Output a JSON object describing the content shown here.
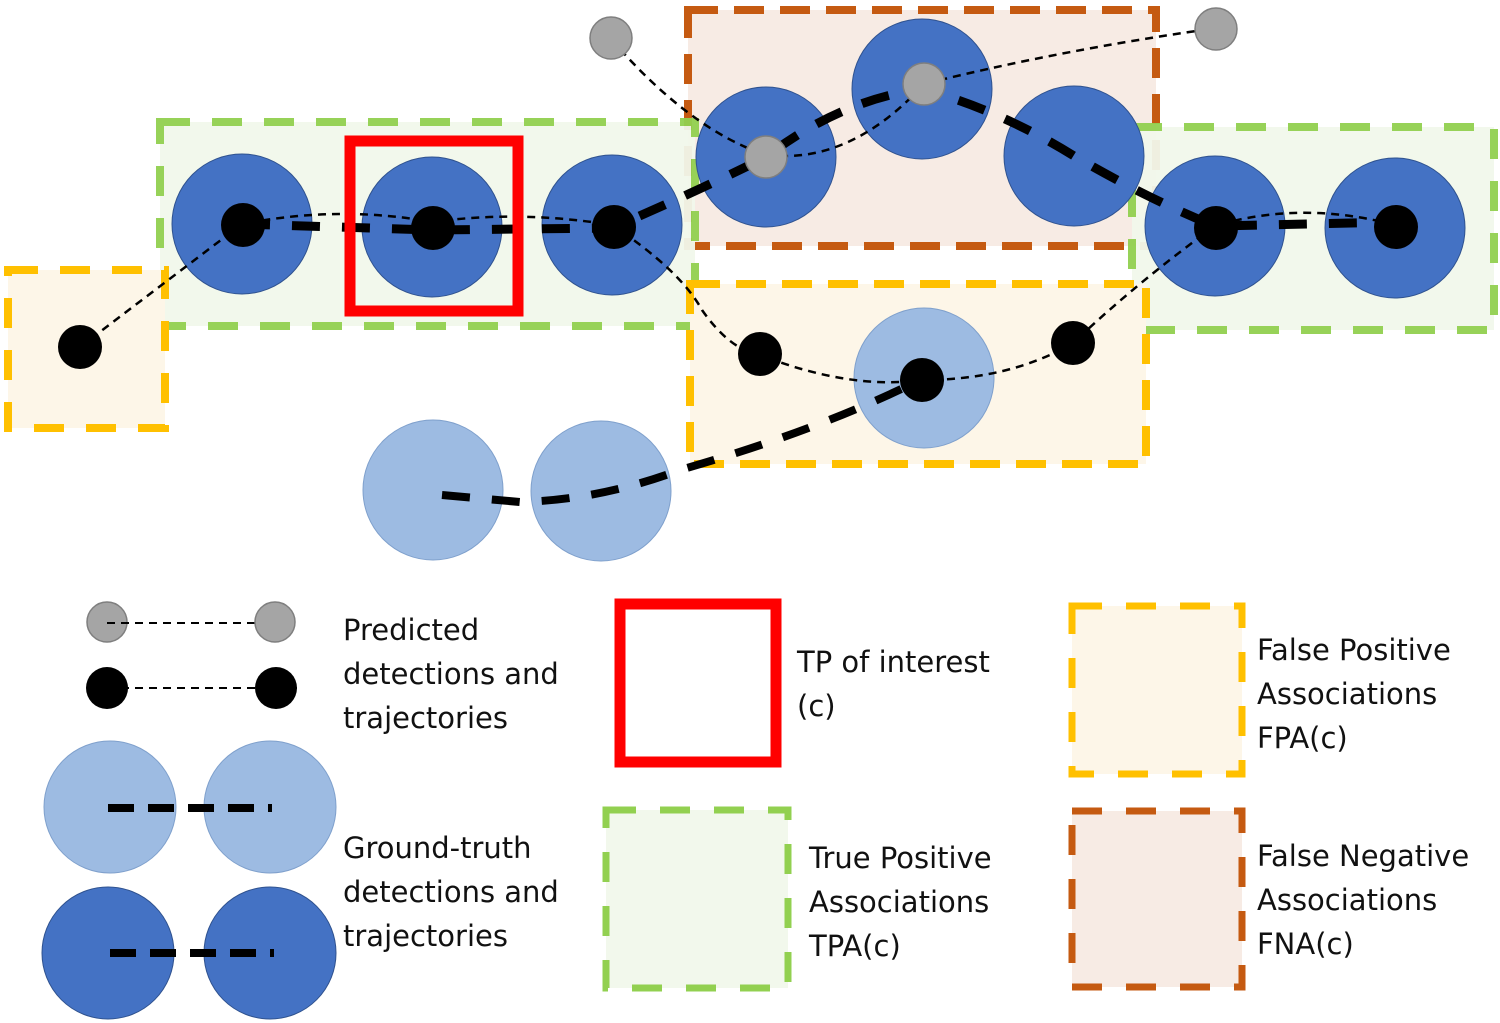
{
  "colors": {
    "gt_dark": "#4472c4",
    "gt_light": "#9dbbe2",
    "pred_gray": "#a5a5a5",
    "pred_black": "#000000",
    "tp_interest": "#ff0000",
    "tpa_border": "#92d050",
    "tpa_fill": "#f2f8ec",
    "fpa_border": "#ffc000",
    "fpa_fill": "#fdf6e8",
    "fna_border": "#c55a11",
    "fna_fill": "#f7ebe4"
  },
  "legend": {
    "predicted": "Predicted\ndetections and\ntrajectories",
    "ground_truth": "Ground-truth\ndetections and\ntrajectories",
    "tp_interest": "TP of interest\n(c)",
    "tpa": "True Positive\nAssociations\nTPA(c)",
    "fpa": "False Positive\nAssociations\nFPA(c)",
    "fna": "False Negative\nAssociations\nFNA(c)"
  }
}
